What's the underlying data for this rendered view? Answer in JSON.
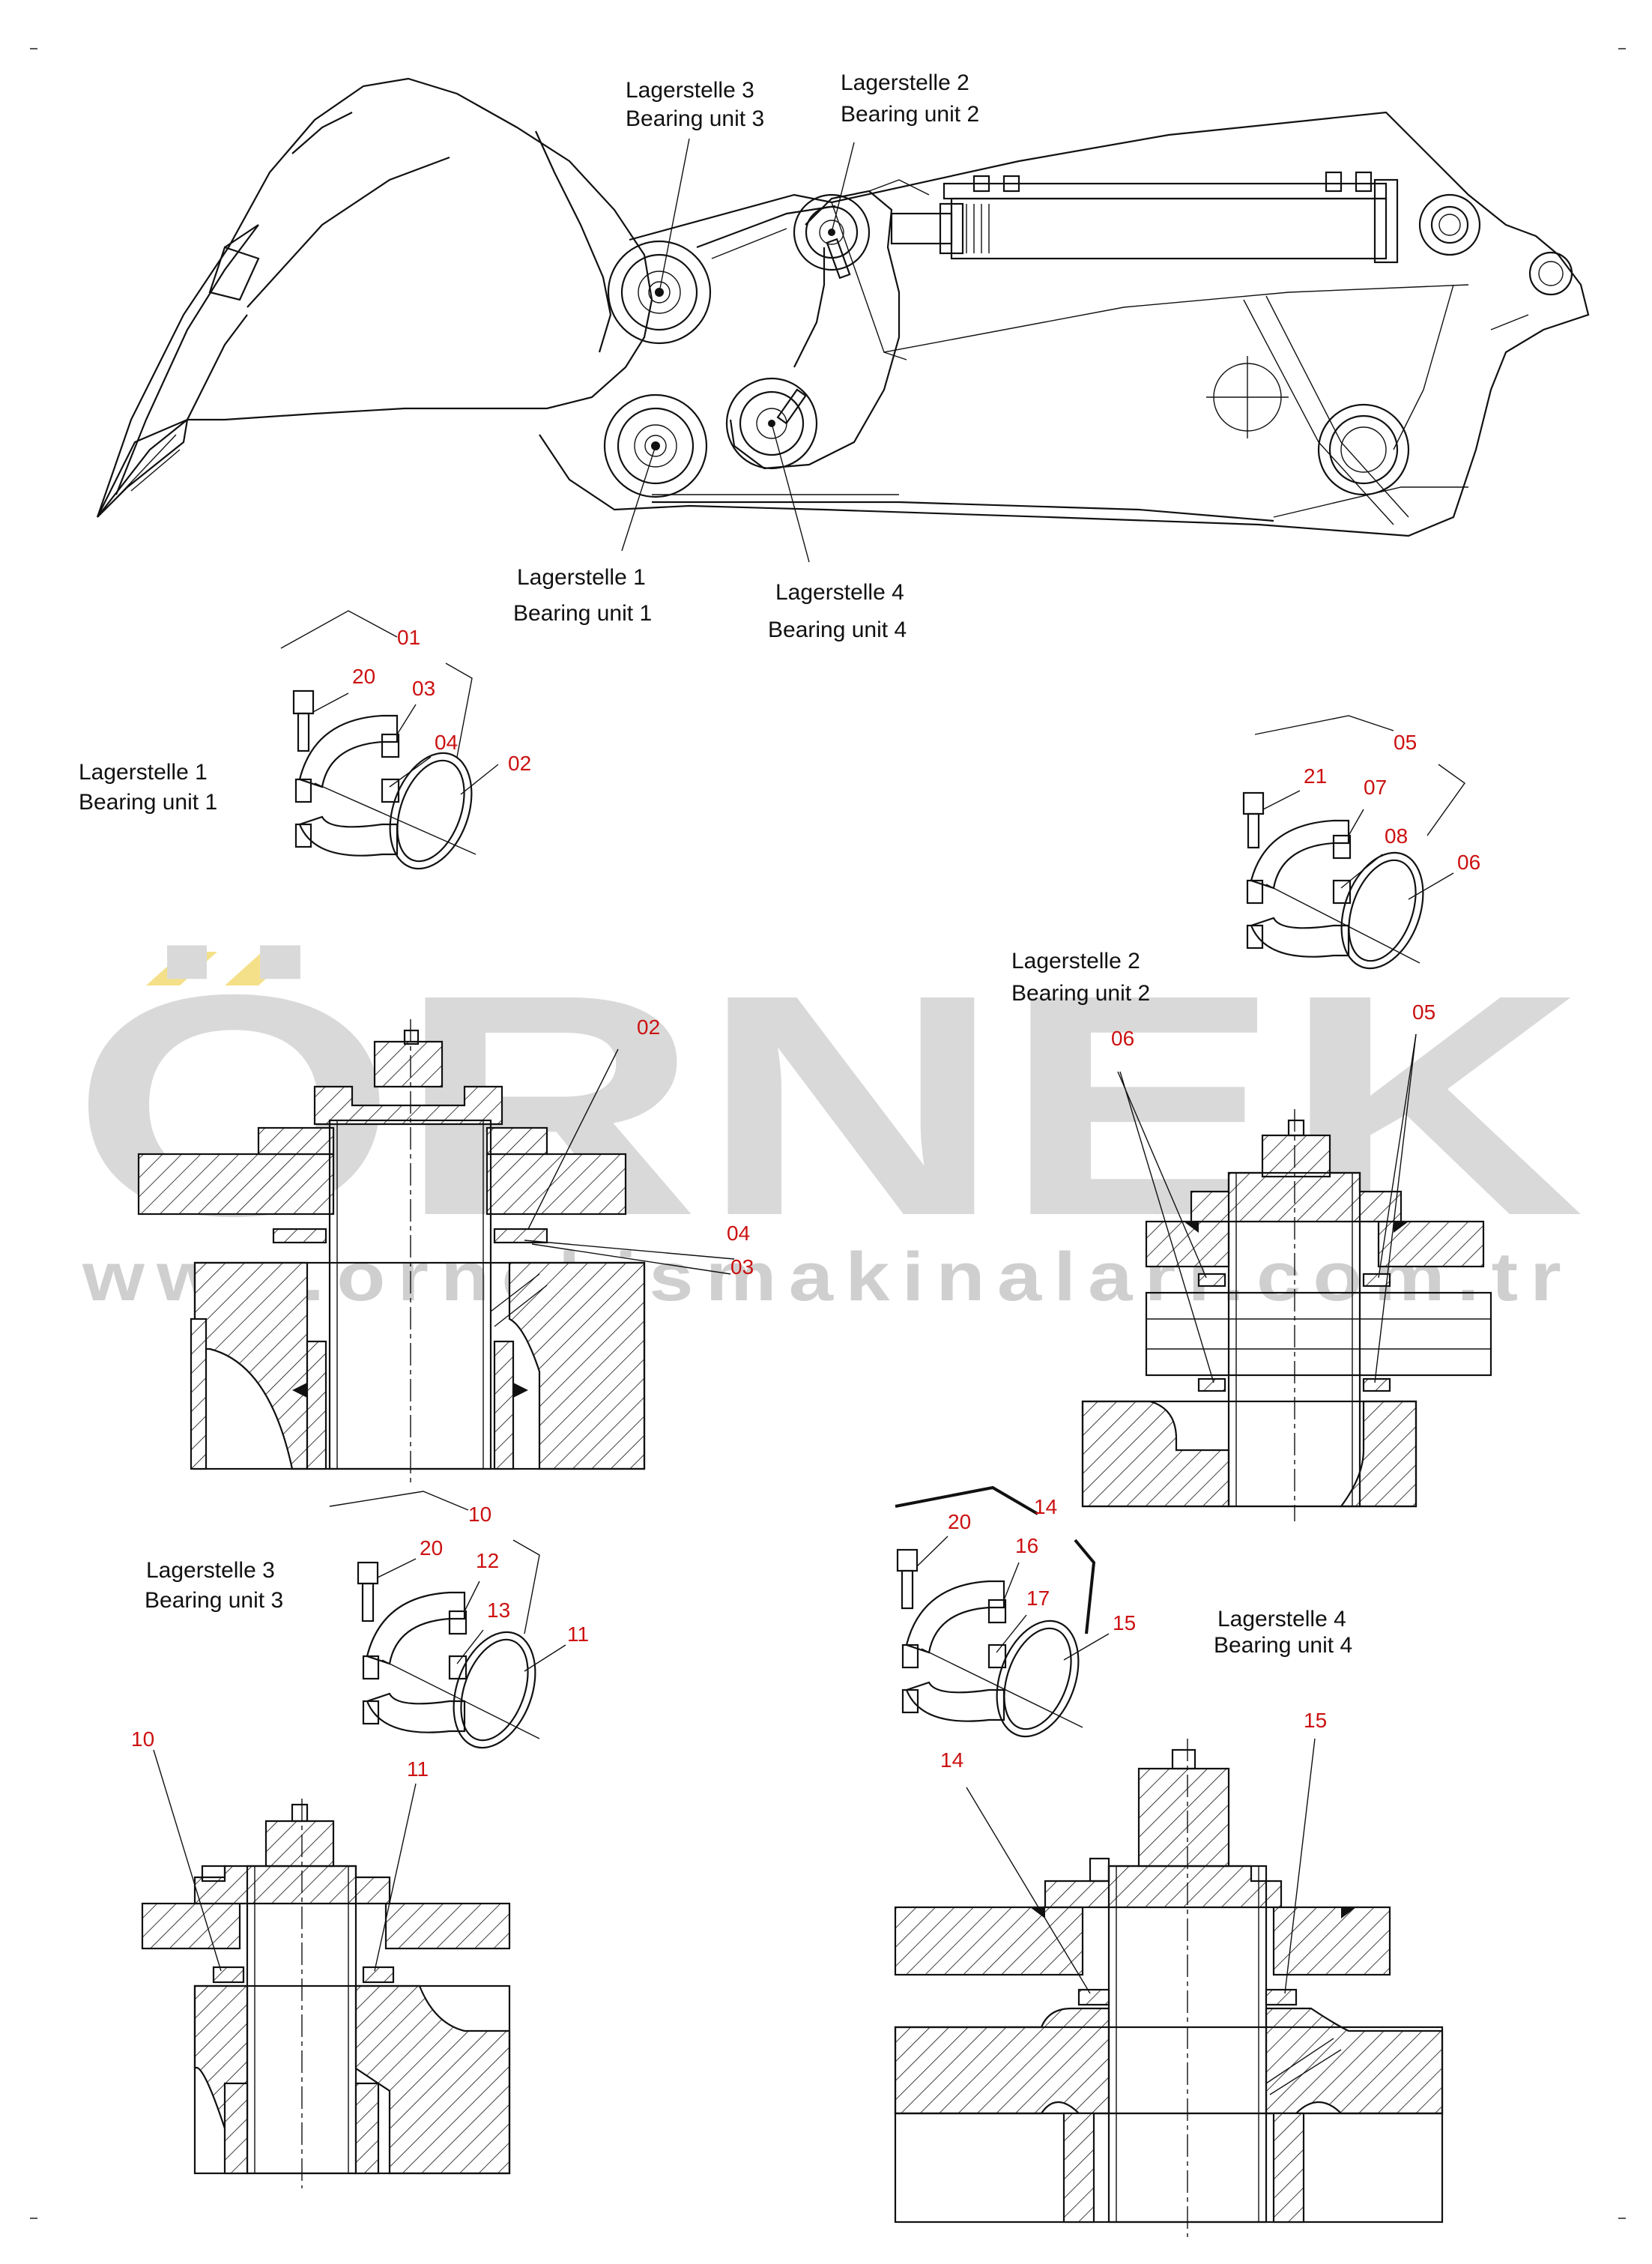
{
  "watermark": {
    "brand": "ÖRNEK",
    "url": "www.ornekismakinalari.com.tr",
    "color": "#d9d9d9",
    "accent": "#f5e08a"
  },
  "overview": {
    "callouts": [
      {
        "id": "bu3",
        "line1": "Lagerstelle 3",
        "line2": "Bearing unit 3"
      },
      {
        "id": "bu2",
        "line1": "Lagerstelle 2",
        "line2": "Bearing unit 2"
      },
      {
        "id": "bu1",
        "line1": "Lagerstelle 1",
        "line2": "Bearing unit 1"
      },
      {
        "id": "bu4",
        "line1": "Lagerstelle 4",
        "line2": "Bearing unit 4"
      }
    ]
  },
  "details": {
    "bu1": {
      "line1": "Lagerstelle 1",
      "line2": "Bearing unit 1",
      "kit": "01",
      "bolt": "20",
      "clamp_top": "03",
      "clamp_bottom": "04",
      "ring": "02",
      "sec_ring": "02",
      "sec_a": "04",
      "sec_b": "03"
    },
    "bu2": {
      "line1": "Lagerstelle 2",
      "line2": "Bearing unit 2",
      "kit": "05",
      "bolt": "21",
      "clamp_top": "07",
      "clamp_bottom": "08",
      "ring": "06",
      "sec_left": "06",
      "sec_right": "05"
    },
    "bu3": {
      "line1": "Lagerstelle 3",
      "line2": "Bearing unit 3",
      "kit": "10",
      "bolt": "20",
      "clamp_top": "12",
      "clamp_bottom": "13",
      "ring": "11",
      "sec_left": "10",
      "sec_right": "11"
    },
    "bu4": {
      "line1": "Lagerstelle 4",
      "line2": "Bearing unit 4",
      "kit": "14",
      "bolt": "20",
      "clamp_top": "16",
      "clamp_bottom": "17",
      "ring": "15",
      "sec_left": "14",
      "sec_right": "15"
    }
  }
}
